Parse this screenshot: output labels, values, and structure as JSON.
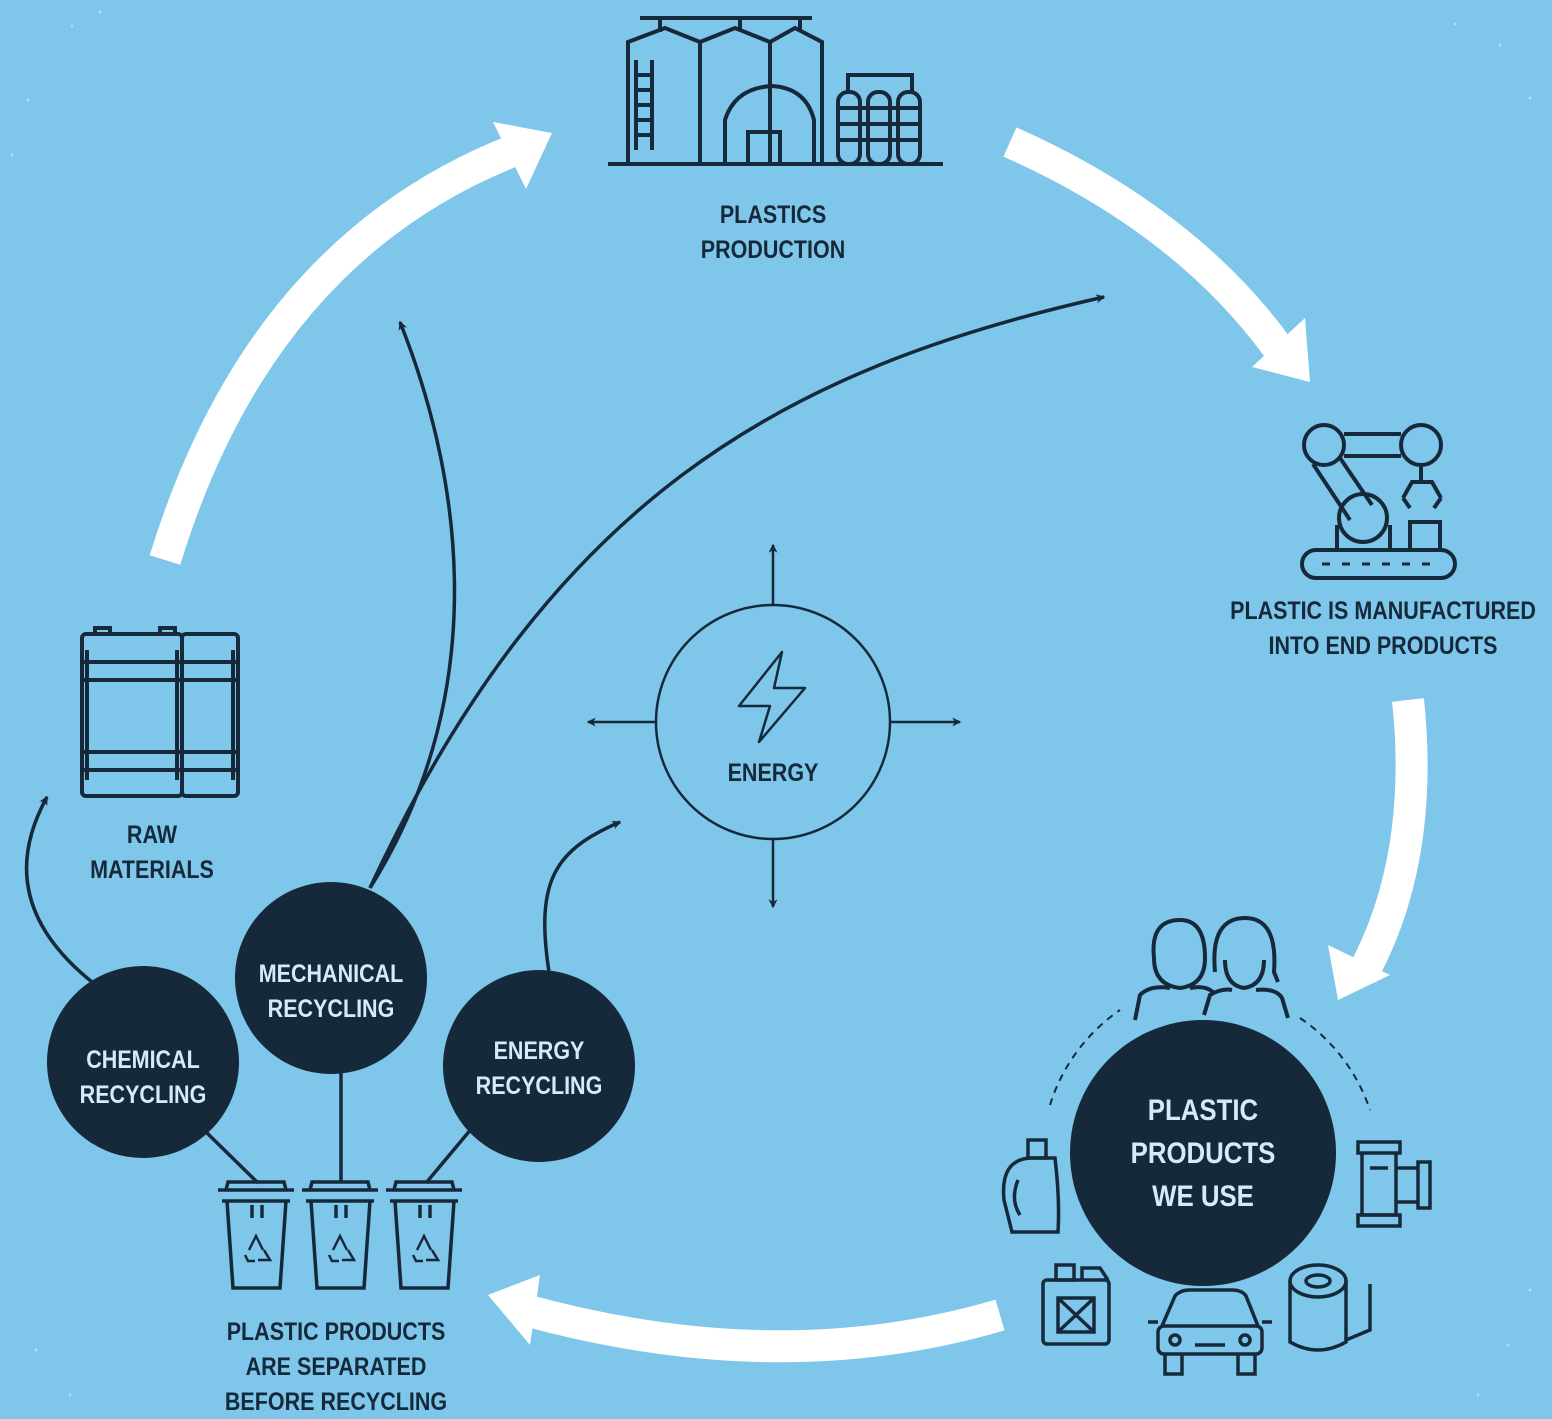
{
  "colors": {
    "background": "#7ec6ea",
    "ink": "#16293a",
    "arrow": "#ffffff",
    "circle_text": "#d4ecf8"
  },
  "steps": {
    "plastics_production": {
      "line1": "PLASTICS",
      "line2": "PRODUCTION",
      "icon": "factory-icon"
    },
    "manufactured": {
      "line1": "PLASTIC IS MANUFACTURED",
      "line2": "INTO END PRODUCTS",
      "icon": "robot-arm-icon"
    },
    "products_we_use": {
      "line1": "PLASTIC",
      "line2": "PRODUCTS",
      "line3": "WE USE",
      "icons": [
        "people-icon",
        "detergent-bottle-icon",
        "canister-icon",
        "car-icon",
        "film-roll-icon",
        "pipe-fitting-icon"
      ]
    },
    "separated": {
      "line1": "PLASTIC PRODUCTS",
      "line2": "ARE SEPARATED",
      "line3": "BEFORE RECYCLING",
      "icon": "recycling-bins-icon"
    },
    "raw_materials": {
      "line1": "RAW",
      "line2": "MATERIALS",
      "icon": "barrels-icon"
    }
  },
  "recycling": {
    "chemical": {
      "line1": "CHEMICAL",
      "line2": "RECYCLING"
    },
    "mechanical": {
      "line1": "MECHANICAL",
      "line2": "RECYCLING"
    },
    "energy": {
      "line1": "ENERGY",
      "line2": "RECYCLING"
    }
  },
  "energy": {
    "label": "ENERGY",
    "icon": "lightning-bolt-icon"
  }
}
